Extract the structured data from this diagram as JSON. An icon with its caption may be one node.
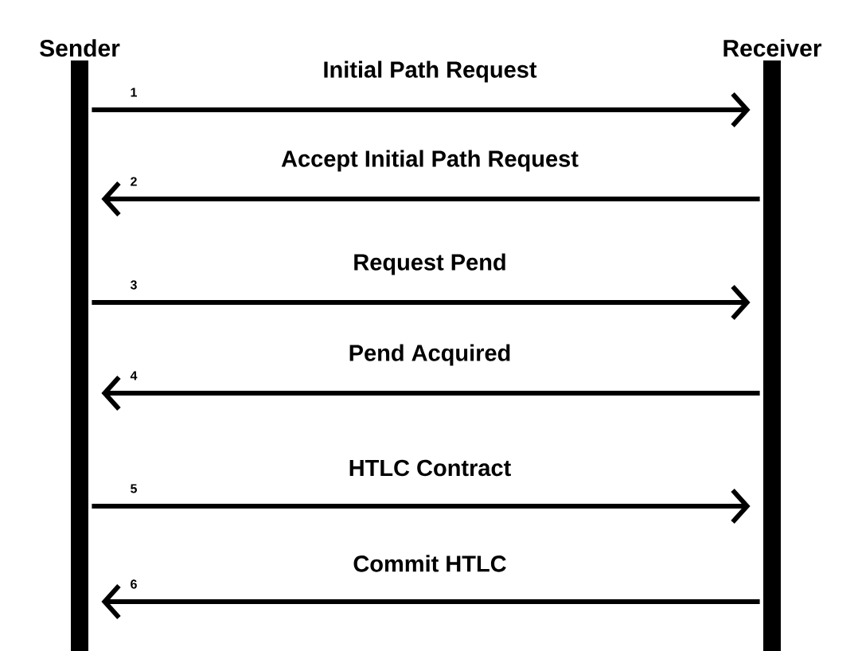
{
  "diagram": {
    "nodes": [
      {
        "text": [
          "Sender"
        ]
      },
      {
        "text": [
          "Receiver"
        ]
      }
    ],
    "edges": [
      {
        "from": 0,
        "to": 1,
        "arrow": "to",
        "label": "Initial Path Request"
      },
      {
        "from": 1,
        "to": 0,
        "arrow": "to",
        "label": "Accept Initial Path Request"
      },
      {
        "from": 0,
        "to": 1,
        "arrow": "to",
        "label": "Request Pend"
      },
      {
        "from": 1,
        "to": 0,
        "arrow": "to",
        "label": "Pend Acquired"
      },
      {
        "from": 0,
        "to": 1,
        "arrow": "to",
        "label": "HTLC Contract"
      },
      {
        "from": 1,
        "to": 0,
        "arrow": "to",
        "label": "Commit HTLC"
      }
    ],
    "labels": [
      "1",
      "2",
      "3",
      "4",
      "5",
      "6"
    ]
  }
}
